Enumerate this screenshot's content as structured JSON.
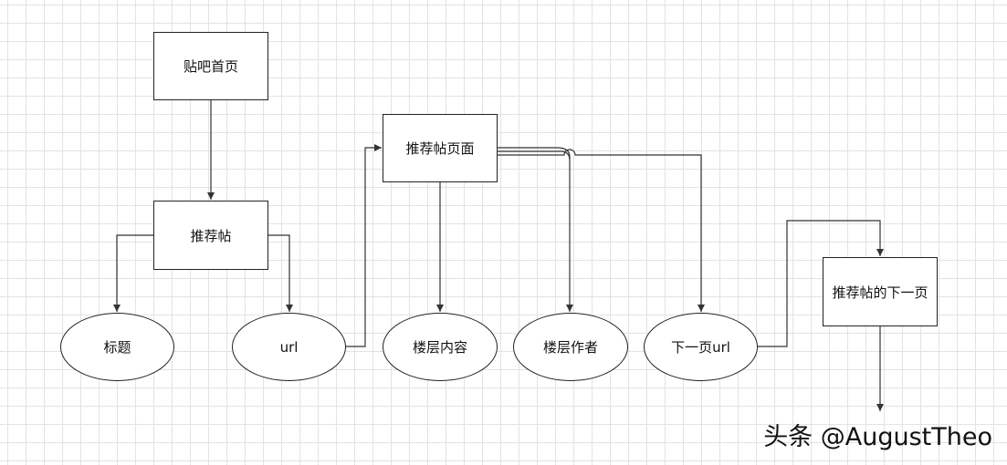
{
  "nodes": {
    "homepage": "贴吧首页",
    "recommended_post": "推荐帖",
    "title": "标题",
    "url": "url",
    "post_page": "推荐帖页面",
    "floor_content": "楼层内容",
    "floor_author": "楼层作者",
    "next_page_url": "下一页url",
    "next_page": "推荐帖的下一页"
  },
  "watermark": "头条 @AugustTheo",
  "colors": {
    "line": "#333333",
    "border": "#222222",
    "grid": "#e3e3e3"
  }
}
